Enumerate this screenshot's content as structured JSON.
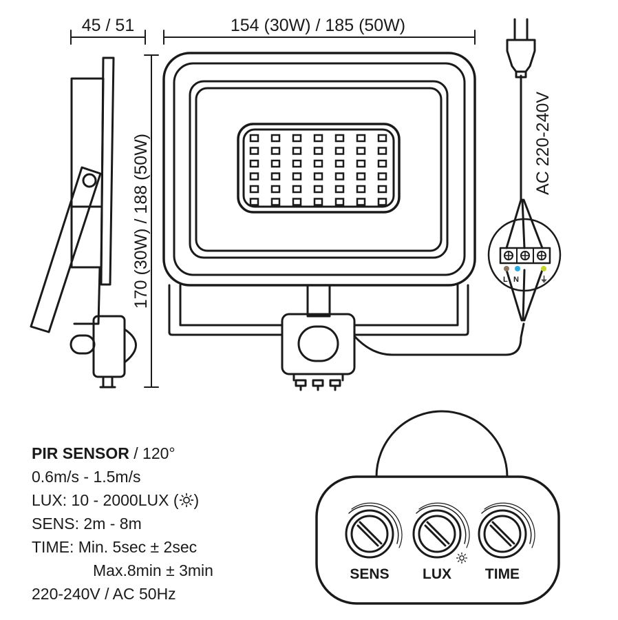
{
  "dimensions": {
    "depth": "45 / 51",
    "width": "154 (30W) / 185 (50W)",
    "height": "170 (30W) / 188 (50W)"
  },
  "power_cable": {
    "label": "AC 220-240V"
  },
  "terminal": {
    "labels": [
      "L",
      "N",
      "⏚"
    ]
  },
  "specs": {
    "title_bold": "PIR SENSOR",
    "title_rest": " / 120°",
    "speed": "0.6m/s - 1.5m/s",
    "lux_prefix": "LUX: 10 - 2000LUX (",
    "lux_suffix": ")",
    "sens": "SENS: 2m - 8m",
    "time_min": "TIME: Min. 5sec ± 2sec",
    "time_max": "Max.8min ± 3min",
    "voltage": "220-240V / AC 50Hz"
  },
  "sensor_controls": {
    "knobs": [
      {
        "label": "SENS"
      },
      {
        "label": "LUX"
      },
      {
        "label": "TIME"
      }
    ]
  }
}
